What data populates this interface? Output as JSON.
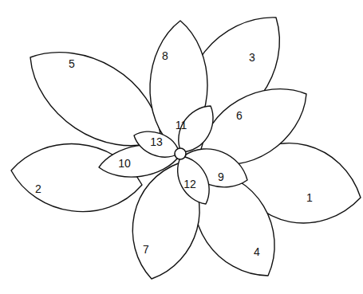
{
  "diagram": {
    "labels": [
      "8",
      "3",
      "5",
      "11",
      "6",
      "13",
      "10",
      "2",
      "9",
      "12",
      "1",
      "7",
      "4"
    ]
  }
}
